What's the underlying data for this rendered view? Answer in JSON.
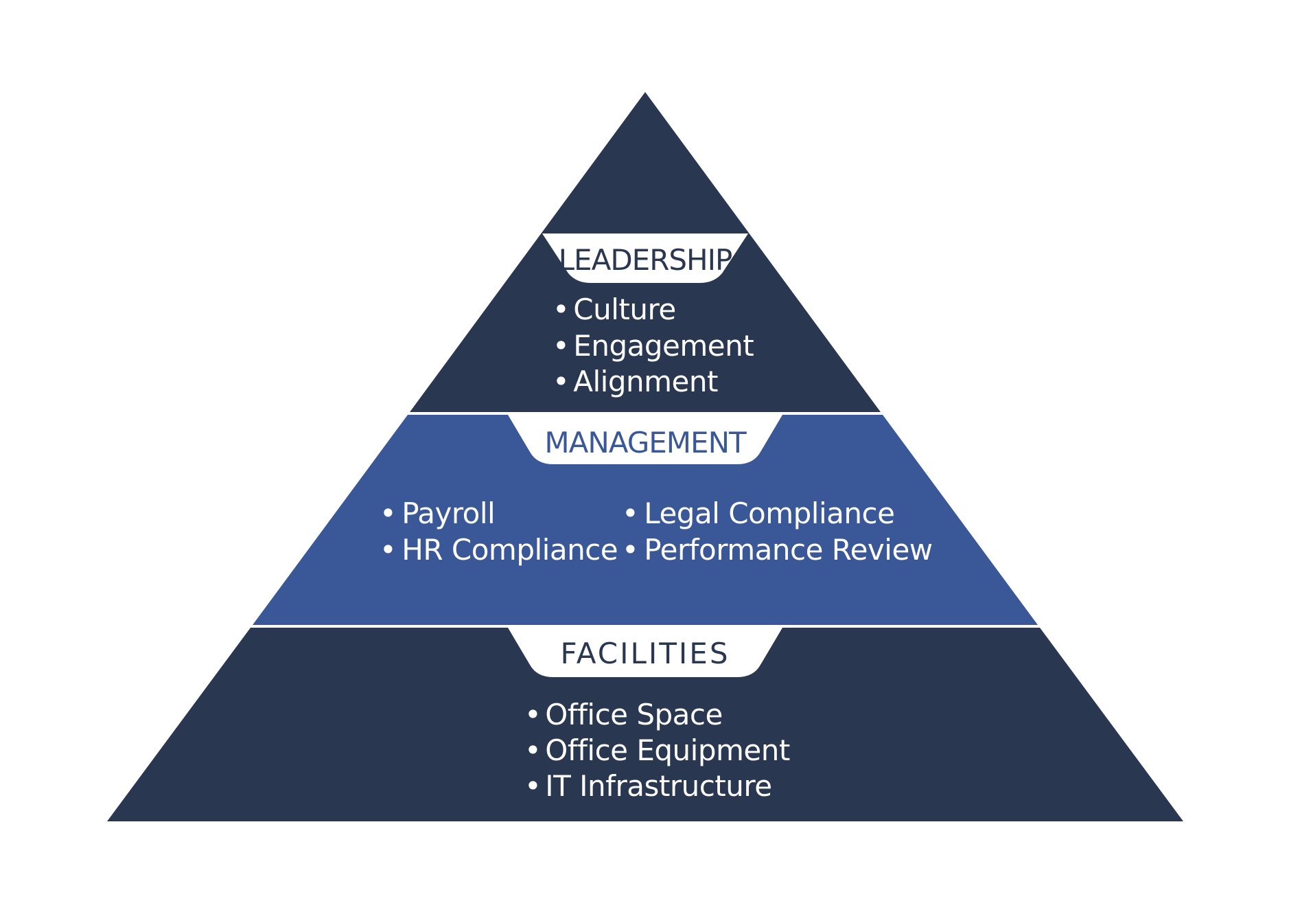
{
  "colors": {
    "background": "#ffffff",
    "dark_tier": "#293751",
    "mid_tier": "#3a5898",
    "label_fill": "#ffffff",
    "bullet_text": "#ffffff"
  },
  "tiers": {
    "top": {
      "title": "LEADERSHIP",
      "items": [
        "Culture",
        "Engagement",
        "Alignment"
      ]
    },
    "middle": {
      "title": "MANAGEMENT",
      "items_left": [
        "Payroll",
        "HR Compliance"
      ],
      "items_right": [
        "Legal Compliance",
        "Performance Review"
      ]
    },
    "bottom": {
      "title": "FACILITIES",
      "items": [
        "Office Space",
        "Office Equipment",
        "IT Infrastructure"
      ]
    }
  },
  "bullet_symbol": "•"
}
